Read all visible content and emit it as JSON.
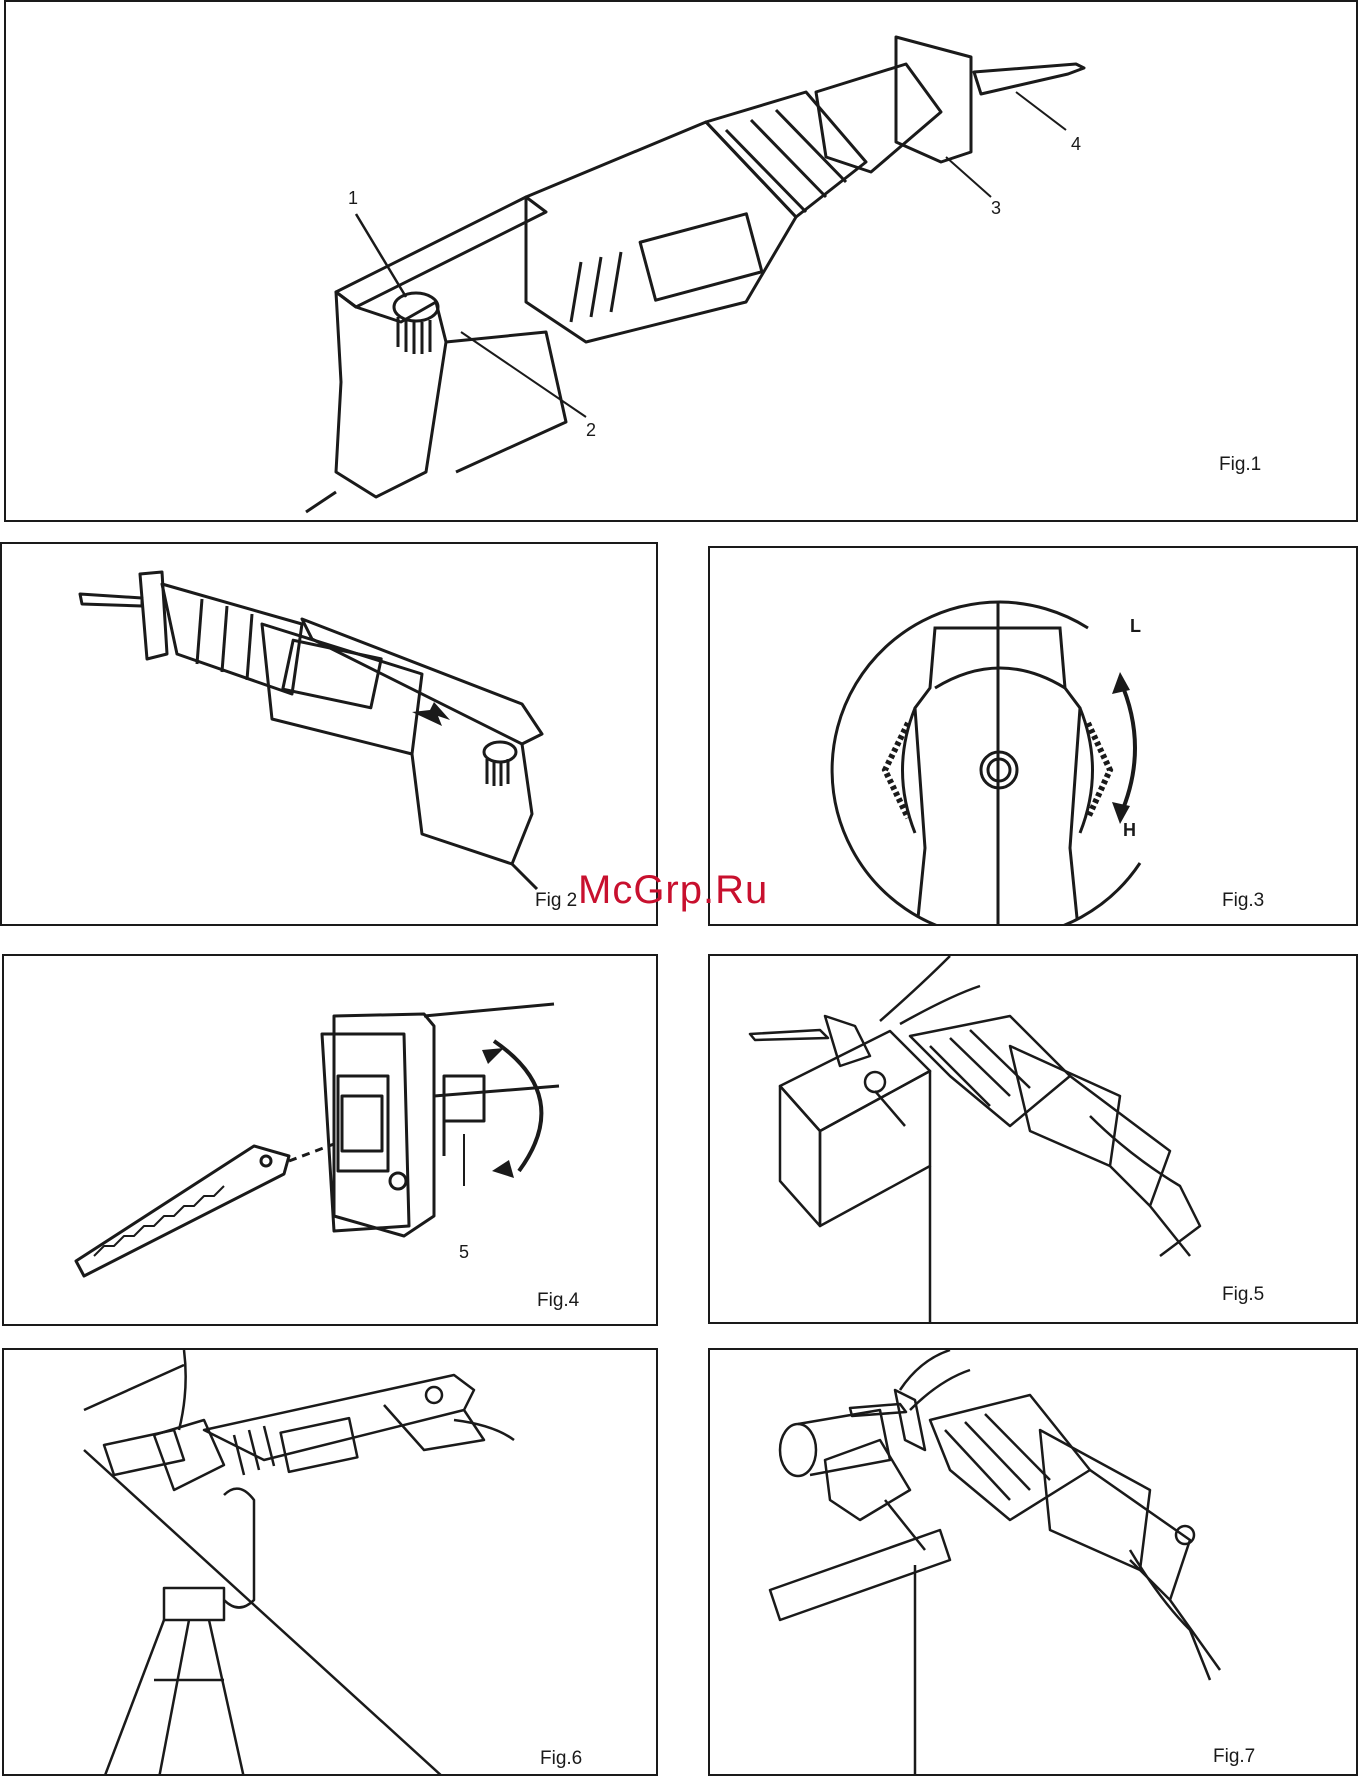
{
  "figures": {
    "fig1": {
      "label": "Fig.1",
      "callouts": [
        "1",
        "2",
        "3",
        "4"
      ]
    },
    "fig2": {
      "label": "Fig 2"
    },
    "fig3": {
      "label": "Fig.3",
      "marks": {
        "low": "L",
        "high": "H"
      }
    },
    "fig4": {
      "label": "Fig.4",
      "callouts": [
        "5"
      ]
    },
    "fig5": {
      "label": "Fig.5"
    },
    "fig6": {
      "label": "Fig.6"
    },
    "fig7": {
      "label": "Fig.7"
    }
  },
  "watermark": "McGrp.Ru"
}
